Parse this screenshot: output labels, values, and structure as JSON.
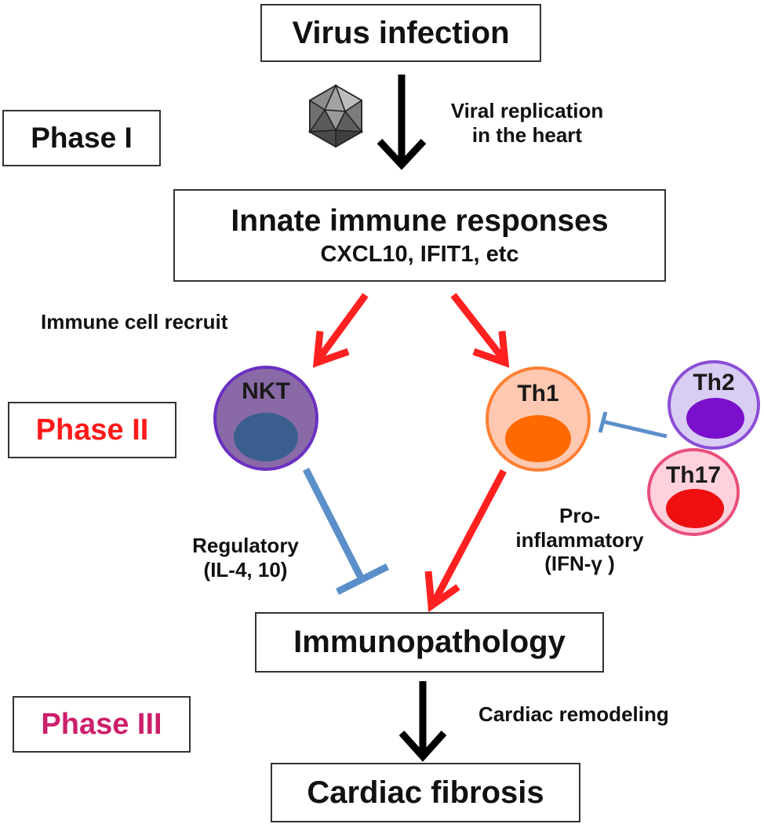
{
  "nodes": {
    "virus_infection": "Virus infection",
    "innate_title": "Innate immune responses",
    "innate_sub": "CXCL10, IFIT1, etc",
    "immunopathology": "Immunopathology",
    "cardiac_fibrosis": "Cardiac fibrosis"
  },
  "phases": {
    "phase1": "Phase I",
    "phase2": "Phase II",
    "phase3": "Phase III"
  },
  "cells": {
    "nkt": "NKT",
    "th1": "Th1",
    "th2": "Th2",
    "th17": "Th17"
  },
  "edge_labels": {
    "viral_replication_1": "Viral replication",
    "viral_replication_2": "in the heart",
    "immune_cell_recruit": "Immune cell recruit",
    "regulatory_1": "Regulatory",
    "regulatory_2": "(IL-4, 10)",
    "proinflammatory_1": "Pro-",
    "proinflammatory_2": "inflammatory",
    "proinflammatory_3": "(IFN-γ )",
    "cardiac_remodeling": "Cardiac remodeling"
  },
  "icons": {
    "virus": "icosahedron-virus-icon"
  },
  "colors": {
    "phase1": "#111111",
    "phase2": "#ff1a1a",
    "phase3": "#cc1f6a",
    "activation_arrow": "#ff2020",
    "inhibition_line": "#5b8fc9",
    "flow_arrow": "#000000",
    "nkt_fill": "#8a6aa6",
    "nkt_border": "#6b2fc2",
    "nkt_nucleus": "#3a5f8f",
    "th1_fill": "#ffc8b0",
    "th1_border": "#ff7f33",
    "th1_nucleus": "#ff6a00",
    "th2_fill": "#d9cdf3",
    "th2_border": "#8a4fd6",
    "th2_nucleus": "#7a10cc",
    "th17_fill": "#ffd1dc",
    "th17_border": "#e8507a",
    "th17_nucleus": "#ee1010"
  }
}
